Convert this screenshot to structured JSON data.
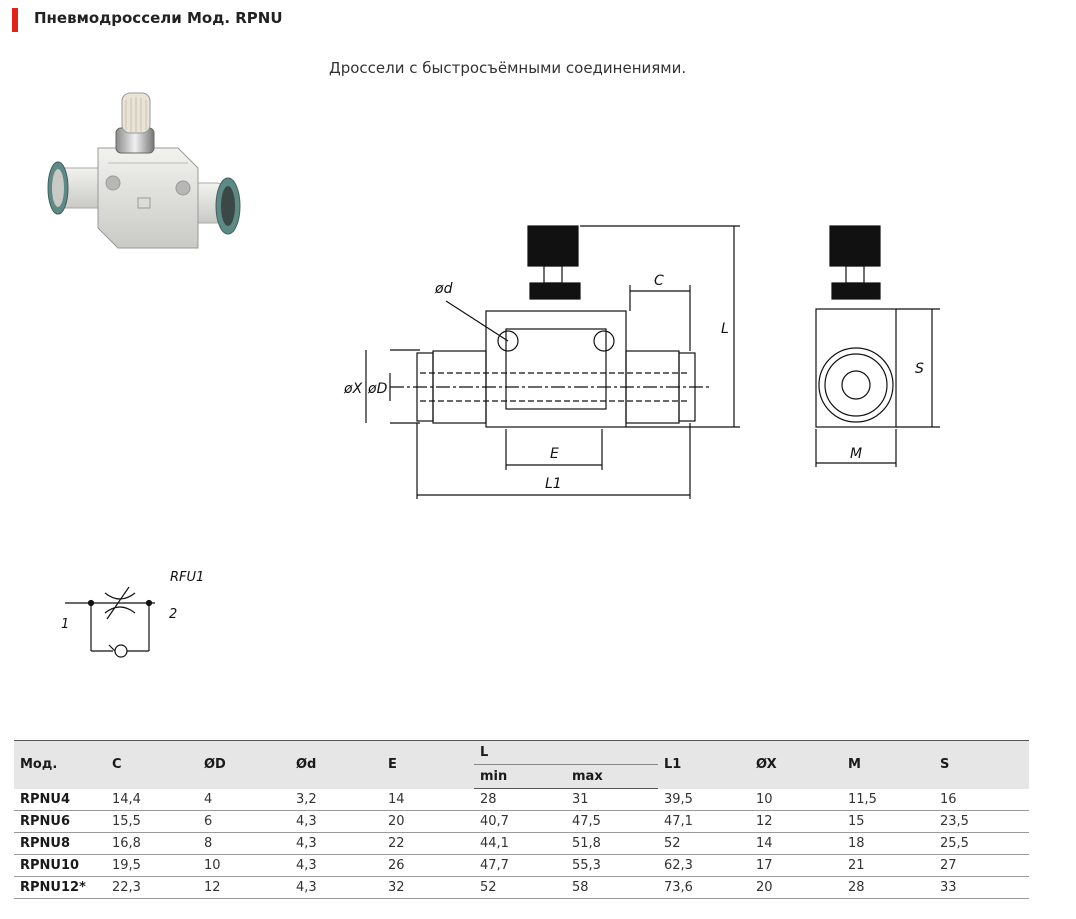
{
  "header": {
    "title": "Пневмодроссели Мод. RPNU",
    "accent_color": "#e2231a"
  },
  "description": "Дроссели с быстросъёмными соединениями.",
  "drawing_labels": {
    "d": "ød",
    "c": "C",
    "l": "L",
    "x": "øX",
    "dd": "øD",
    "e": "E",
    "l1": "L1",
    "s": "S",
    "m": "M"
  },
  "symbol": {
    "name": "RFU1",
    "port1": "1",
    "port2": "2"
  },
  "table": {
    "headers": {
      "model": "Мод.",
      "c": "C",
      "od": "ØD",
      "d": "Ød",
      "e": "E",
      "l": "L",
      "l_min": "min",
      "l_max": "max",
      "l1": "L1",
      "ox": "ØX",
      "m": "M",
      "s": "S"
    },
    "rows": [
      [
        "RPNU4",
        "14,4",
        "4",
        "3,2",
        "14",
        "28",
        "31",
        "39,5",
        "10",
        "11,5",
        "16"
      ],
      [
        "RPNU6",
        "15,5",
        "6",
        "4,3",
        "20",
        "40,7",
        "47,5",
        "47,1",
        "12",
        "15",
        "23,5"
      ],
      [
        "RPNU8",
        "16,8",
        "8",
        "4,3",
        "22",
        "44,1",
        "51,8",
        "52",
        "14",
        "18",
        "25,5"
      ],
      [
        "RPNU10",
        "19,5",
        "10",
        "4,3",
        "26",
        "47,7",
        "55,3",
        "62,3",
        "17",
        "21",
        "27"
      ],
      [
        "RPNU12*",
        "22,3",
        "12",
        "4,3",
        "32",
        "52",
        "58",
        "73,6",
        "20",
        "28",
        "33"
      ]
    ]
  }
}
